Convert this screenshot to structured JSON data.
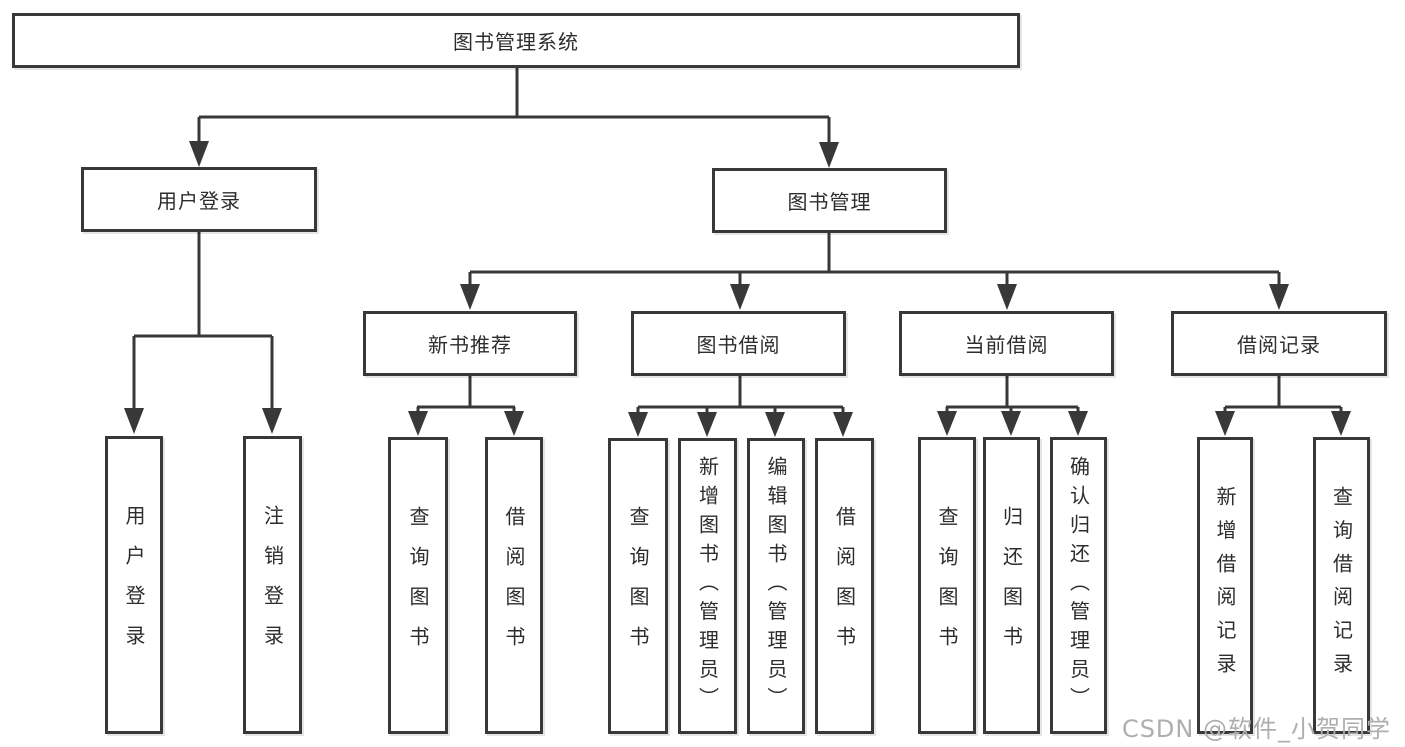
{
  "diagram": {
    "title": "图书管理系统",
    "root": {
      "label": "图书管理系统"
    },
    "level2": [
      {
        "label": "用户登录"
      },
      {
        "label": "图书管理"
      }
    ],
    "level3": [
      {
        "label": "新书推荐"
      },
      {
        "label": "图书借阅"
      },
      {
        "label": "当前借阅"
      },
      {
        "label": "借阅记录"
      }
    ],
    "user_login_children": [
      "用户登录",
      "注销登录"
    ],
    "new_book_children": [
      "查询图书",
      "借阅图书"
    ],
    "borrow_children": [
      "查询图书",
      "新增图书（管理员）",
      "编辑图书（管理员）",
      "借阅图书"
    ],
    "current_children": [
      "查询图书",
      "归还图书",
      "确认归还（管理员）"
    ],
    "record_children": [
      "新增借阅记录",
      "查询借阅记录"
    ]
  },
  "watermark": "CSDN @软件_小贺同学",
  "colors": {
    "line": "#383838",
    "box_border": "#383838",
    "text": "#2d2d2d",
    "watermark": "#aeaeae",
    "background": "#ffffff"
  }
}
